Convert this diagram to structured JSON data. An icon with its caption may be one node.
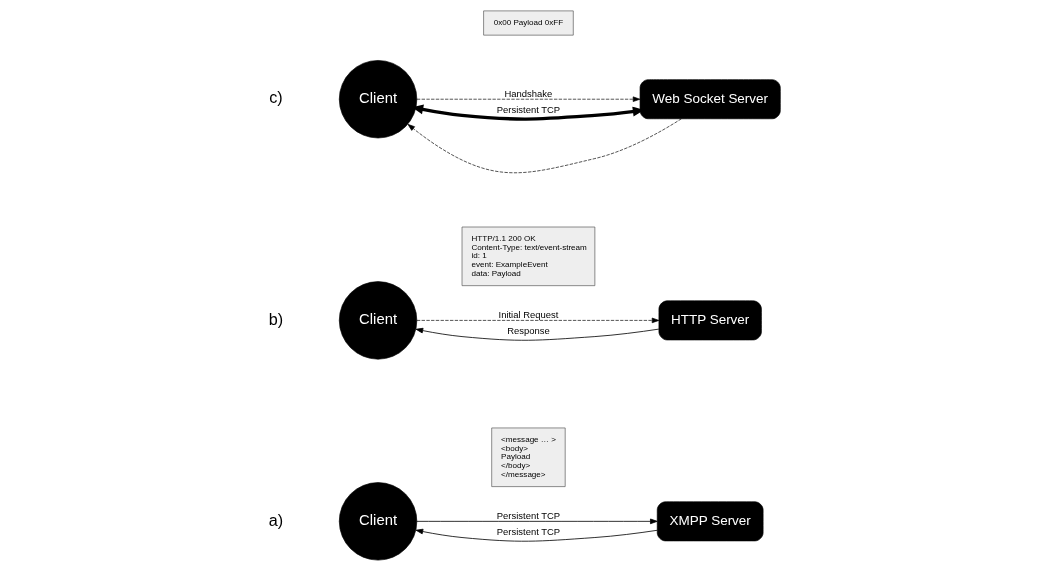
{
  "diagram": {
    "nodes": [
      {
        "text": [
          "Client"
        ]
      },
      {
        "text": [
          "<message … >",
          "<body>",
          "Payload",
          "</body>",
          "</message>"
        ]
      },
      {
        "text": [
          "XMPP Server"
        ]
      },
      {
        "text": [
          "Client"
        ]
      },
      {
        "text": [
          "HTTP/1.1 200 OK",
          "Content-Type: text/event-stream",
          "id: 1",
          "event: ExampleEvent",
          "data: Payload"
        ]
      },
      {
        "text": [
          "HTTP Server"
        ]
      },
      {
        "text": [
          "Client"
        ]
      },
      {
        "text": [
          "0x00 Payload 0xFF"
        ]
      },
      {
        "text": [
          "Web Socket Server"
        ]
      }
    ],
    "edges": [
      {
        "from": 0,
        "to": 2,
        "arrow": "to",
        "label": "Persistent TCP"
      },
      {
        "from": 2,
        "to": 0,
        "arrow": "to",
        "label": "Persistent TCP"
      },
      {
        "from": 3,
        "to": 5,
        "arrow": "to",
        "label": "Initial Request",
        "style": "dashed"
      },
      {
        "from": 5,
        "to": 3,
        "arrow": "to",
        "label": "Response"
      },
      {
        "from": 6,
        "to": 8,
        "arrow": "to",
        "label": "Handshake",
        "style": "dashed"
      },
      {
        "from": 8,
        "to": 6,
        "arrow": "to",
        "style": "dashed"
      },
      {
        "from": 6,
        "to": 8,
        "arrow": "both",
        "label": "Persistent TCP",
        "style": "thick"
      }
    ],
    "labels": [
      "a)",
      "b)",
      "c)"
    ]
  }
}
